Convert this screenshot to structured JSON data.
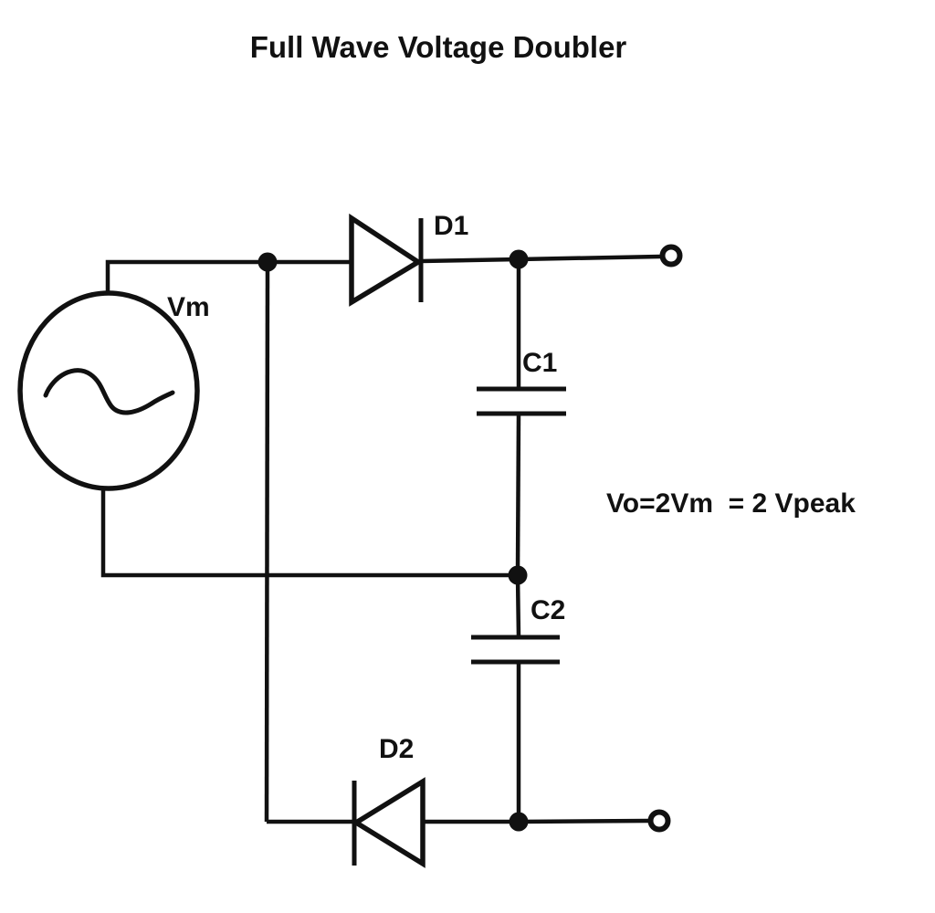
{
  "title": "Full Wave Voltage Doubler",
  "colors": {
    "ink": "#111111",
    "background": "#ffffff"
  },
  "source": {
    "type": "ac-voltage-source",
    "label": "Vm"
  },
  "diodes": [
    {
      "label": "D1"
    },
    {
      "label": "D2"
    }
  ],
  "capacitors": [
    {
      "label": "C1"
    },
    {
      "label": "C2"
    }
  ],
  "annotation": {
    "output_equation": "Vo=2Vm  = 2 Vpeak"
  }
}
